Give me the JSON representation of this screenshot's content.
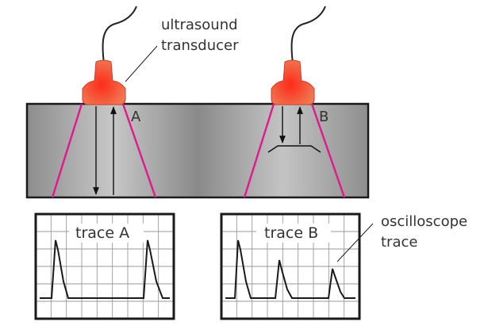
{
  "labels": {
    "transducer_line1": "ultrasound",
    "transducer_line2": "transducer",
    "point_a": "A",
    "point_b": "B",
    "trace_a": "trace A",
    "trace_b": "trace B",
    "oscilloscope_line1": "oscilloscope",
    "oscilloscope_line2": "trace"
  },
  "colors": {
    "beam": "#e0198c",
    "transducer": "#f0503a",
    "block_edge": "#1a1a1a",
    "grid": "#9a9a9a",
    "trace_line": "#1a1a1a"
  }
}
